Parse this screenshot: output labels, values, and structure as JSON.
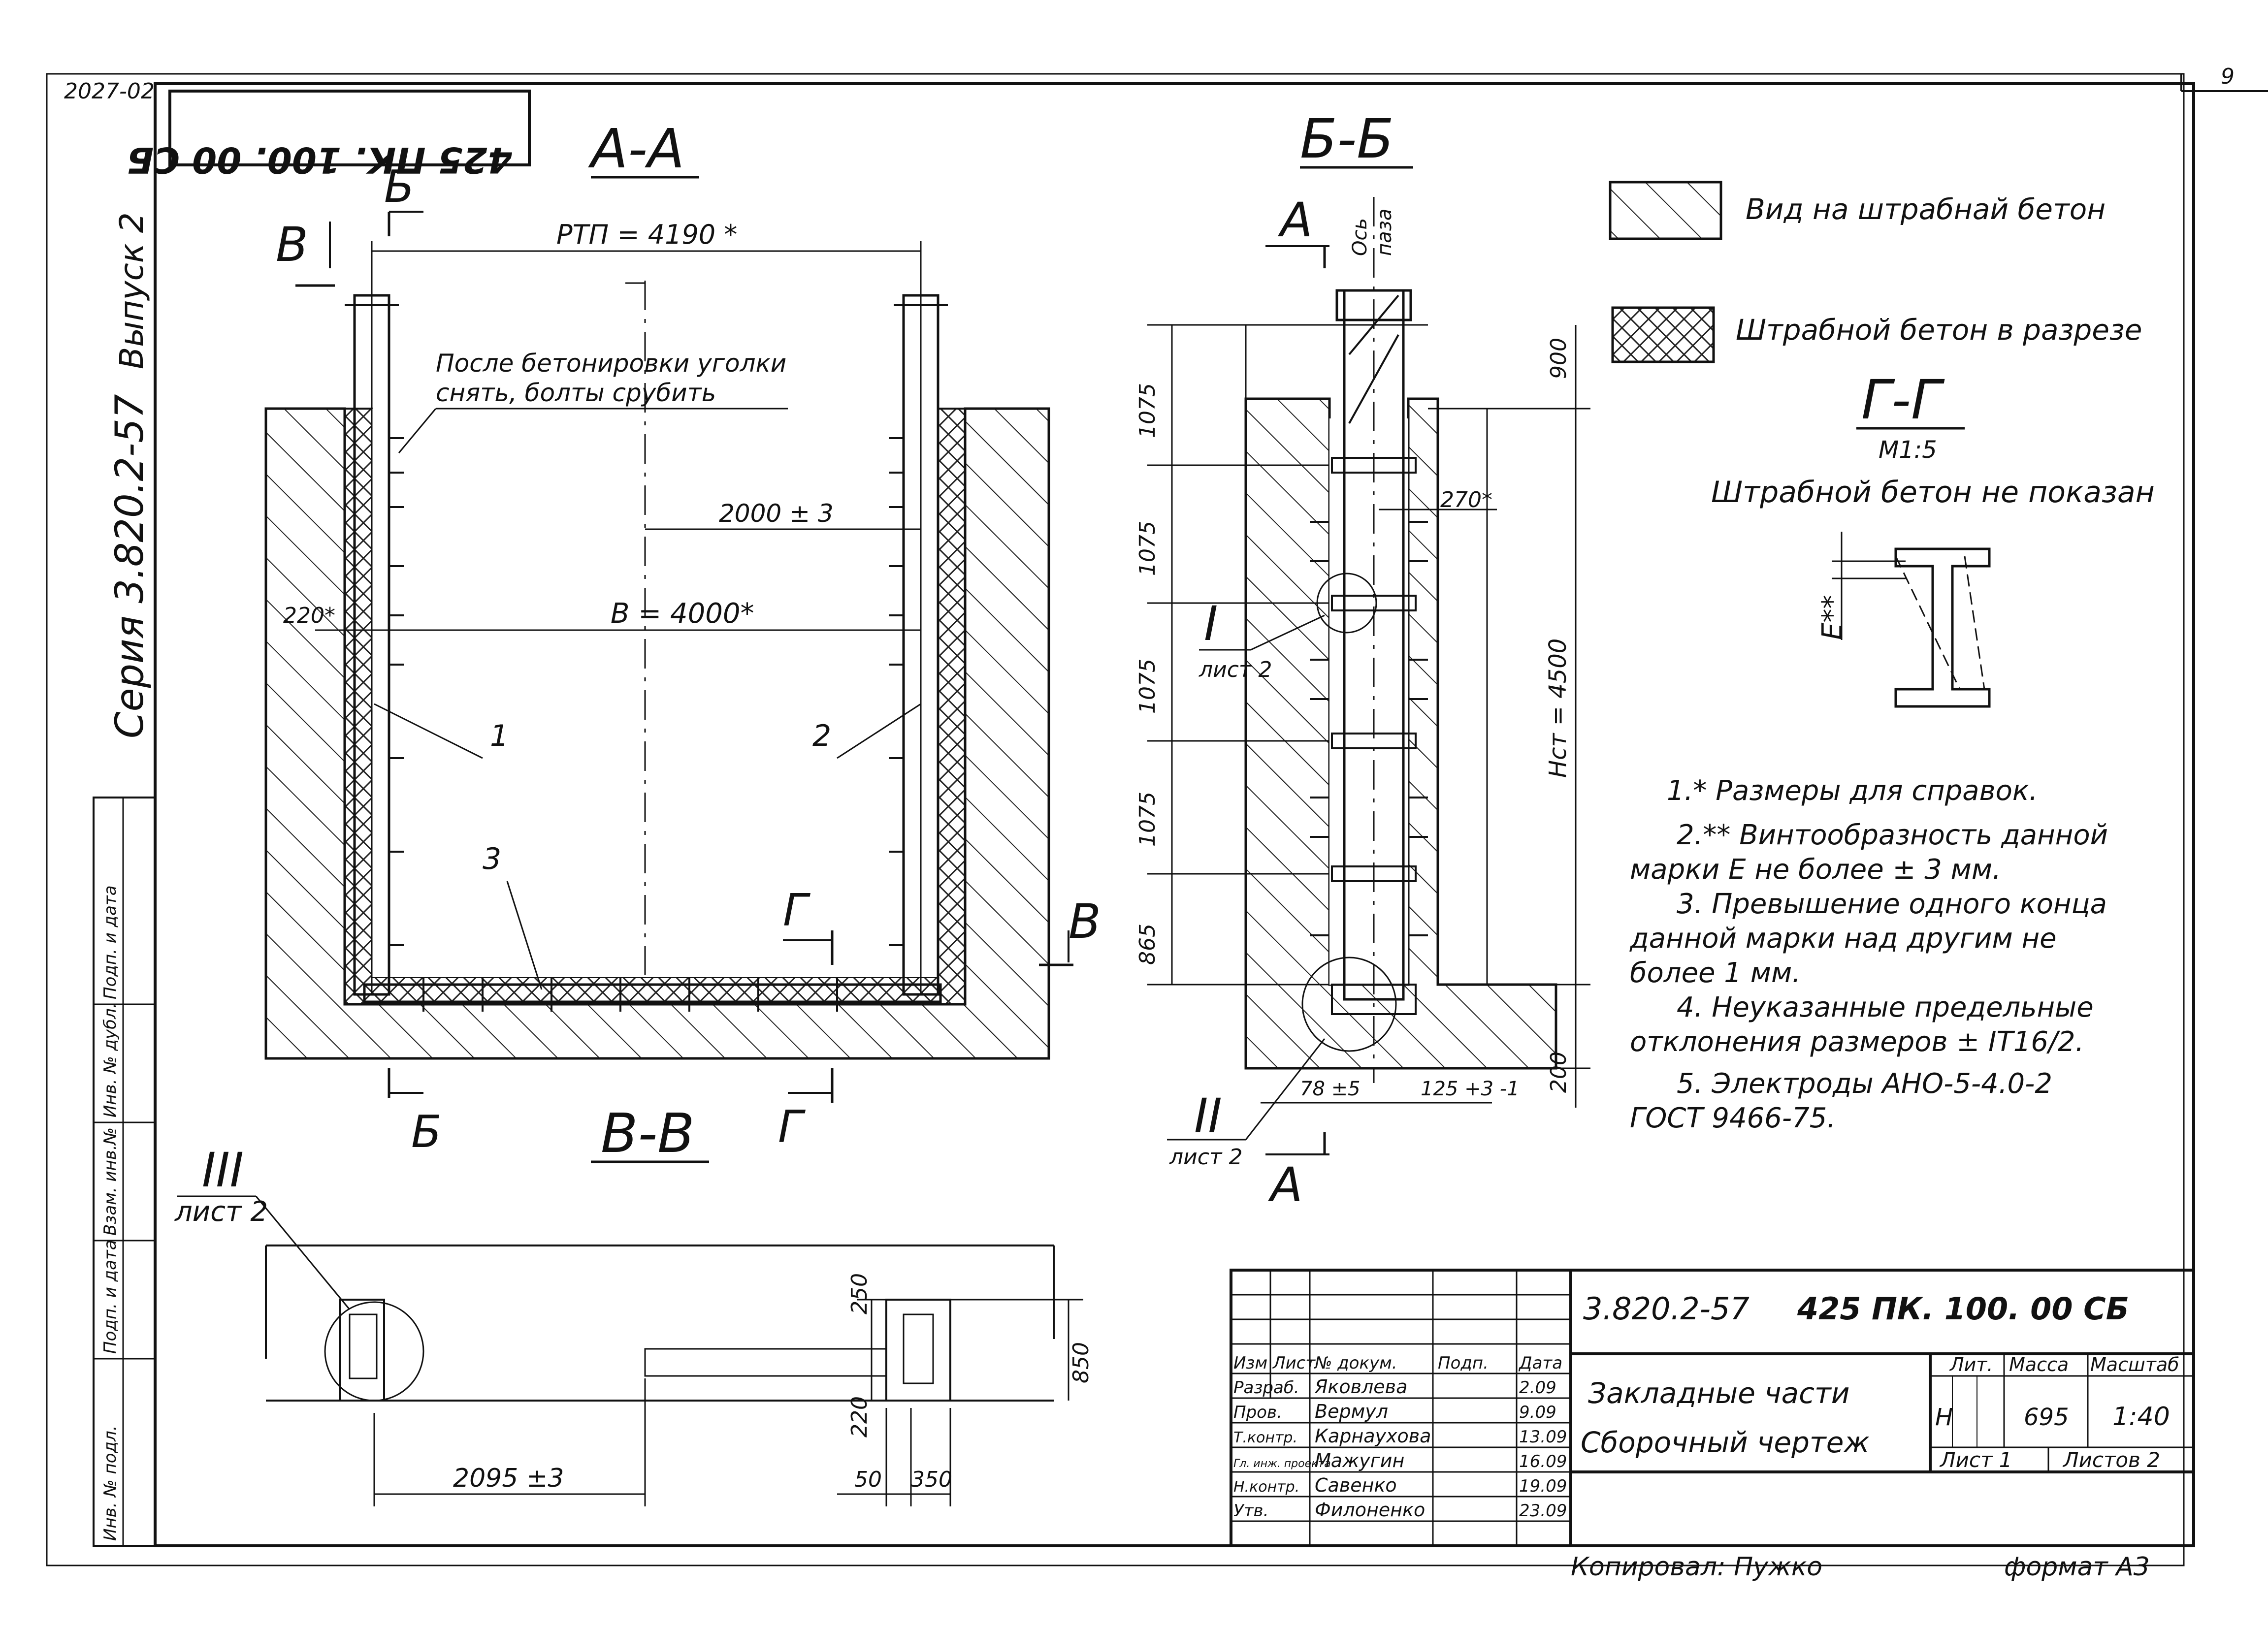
{
  "sheet": {
    "corner_code": "2027-02",
    "sheet_number": "9",
    "stamp_code": "425 ПК. 100. 00 СБ",
    "series": "Серия 3.820.2-57",
    "issue": "Выпуск 2",
    "side_labels": [
      "Инв. № подл.",
      "Подп. и дата",
      "Взам. инв.№",
      "Инв. № дубл.",
      "Подп. и дата"
    ],
    "copied_by": "Копировал: Пужко",
    "format": "формат А3"
  },
  "legend": {
    "hatch_view": "Вид на штрабнай бетон",
    "hatch_section": "Штрабной бетон в разрезе"
  },
  "section_aa": {
    "title": "А-А",
    "cut_b": "Б",
    "cut_v": "В",
    "cut_g": "Г",
    "rtp": "РТП = 4190 *",
    "half_width": "2000 ± 3",
    "width": "В = 4000*",
    "wall_gap": "220*",
    "note": [
      "После бетонировки уголки",
      "снять, болты срубить"
    ],
    "pos1": "1",
    "pos2": "2",
    "pos3": "3"
  },
  "section_bb": {
    "title": "Б-Б",
    "cut_a": "А",
    "axis": [
      "Ось",
      "паза"
    ],
    "dims_left": [
      "1075",
      "1075",
      "1075",
      "1075",
      "865"
    ],
    "top": "900",
    "bottom": "200",
    "gap": "270*",
    "height": "Нст = 4500",
    "d78": "78 ±5",
    "d125": "125 +3 -1",
    "ref1": "I",
    "ref2": "II",
    "sheet_ref": "лист 2"
  },
  "section_gg": {
    "title": "Г-Г",
    "scale": "М1:5",
    "caption": "Штрабной бетон не показан",
    "e_mark": "Е**"
  },
  "notes": [
    "1.* Размеры для справок.",
    "2.** Винтообразность данной",
    "марки Е не более ± 3 мм.",
    "3. Превышение одного конца",
    "данной марки над другим не",
    "более 1 мм.",
    "4. Неуказанные предельные",
    "отклонения размеров ± IT16/2.",
    "5. Электроды АНО-5-4.0-2",
    "ГОСТ 9466-75."
  ],
  "section_vv": {
    "title": "В-В",
    "ref": "III",
    "sheet_ref": "лист 2",
    "d2095": "2095 ±3",
    "d50": "50",
    "d350": "350",
    "d250": "250",
    "d220": "220",
    "d850": "850"
  },
  "title_block": {
    "code": "3.820.2-57",
    "designation": "425 ПК. 100. 00 СБ",
    "name1": "Закладные части",
    "name2": "Сборочный чертеж",
    "headers": [
      "Изм",
      "Лист",
      "№ докум.",
      "Подп.",
      "Дата"
    ],
    "rows": [
      {
        "role": "Разраб.",
        "name": "Яковлева",
        "date": "2.09"
      },
      {
        "role": "Пров.",
        "name": "Вермул",
        "date": "9.09"
      },
      {
        "role": "Т.контр.",
        "name": "Карнаухова",
        "date": "13.09"
      },
      {
        "role": "Гл. инж. проекта",
        "name": "Мажугин",
        "date": "16.09"
      },
      {
        "role": "Н.контр.",
        "name": "Савенко",
        "date": "19.09"
      },
      {
        "role": "Утв.",
        "name": "Филоненко",
        "date": "23.09"
      }
    ],
    "lit_h": "Лит.",
    "mass_h": "Масса",
    "scale_h": "Масштаб",
    "lit": "Н",
    "mass": "695",
    "scale": "1:40",
    "sheet": "Лист 1",
    "sheets": "Листов 2"
  }
}
